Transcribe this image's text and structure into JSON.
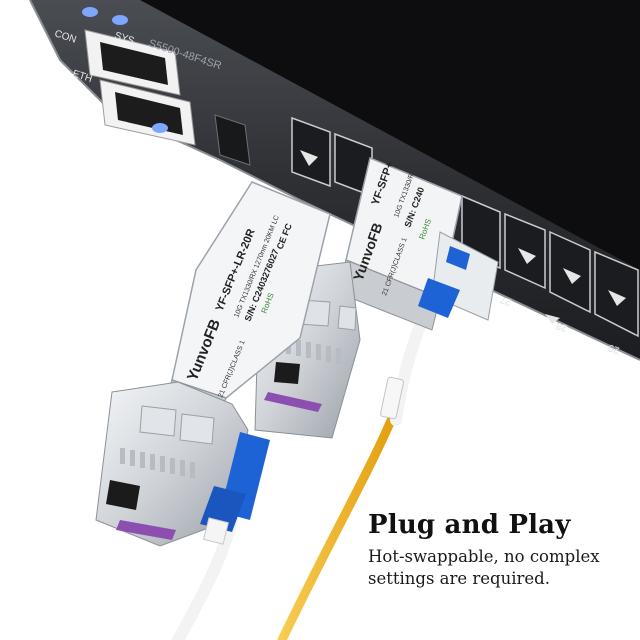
{
  "colors": {
    "switch_body": "#111111",
    "switch_front": "#34363b",
    "module_silver": "#d9dde2",
    "module_label": "#f4f5f7",
    "lc_blue": "#1e63d6",
    "fiber_yellow": "#f2b520",
    "fiber_white": "#f3f3f3",
    "led_blue": "#7ea6ff",
    "purple_tab": "#8c4fb0"
  },
  "switch": {
    "panel_labels": [
      "CON",
      "SYS",
      "ETH"
    ],
    "model_label": "S5500-48F4SR",
    "port_numbers": [
      "27",
      "28",
      "29"
    ]
  },
  "module_left": {
    "part_number": "YF-SFP+-LR-20R",
    "brand": "YunvoFB",
    "spec": "10G TX1330/RX 1270nm 20KM LC",
    "serial": "S/N: C2403276027",
    "marks": "CE  FC",
    "rohs": "RoHS",
    "class": "21 CFR(J)CLASS 1"
  },
  "module_right": {
    "part_number": "YF-SFP+",
    "brand": "YunvoFB",
    "spec": "10G TX1330/R",
    "serial": "S/N: C240",
    "rohs": "RoHS",
    "class": "21 CFR(J)CLASS 1"
  },
  "caption": {
    "title": "Plug and Play",
    "line1": "Hot-swappable, no complex",
    "line2": "settings are required."
  }
}
